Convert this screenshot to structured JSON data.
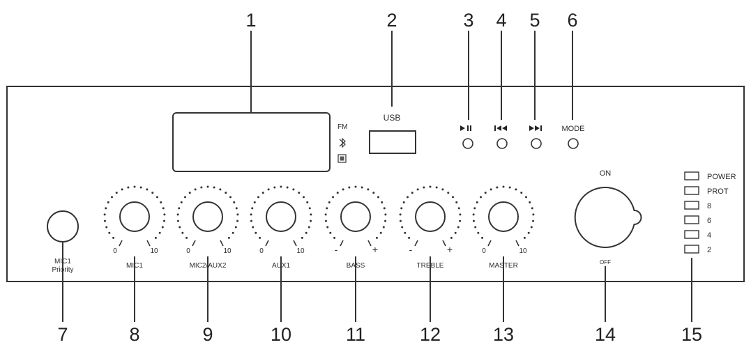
{
  "callouts": [
    "1",
    "2",
    "3",
    "4",
    "5",
    "6",
    "7",
    "8",
    "9",
    "10",
    "11",
    "12",
    "13",
    "14",
    "15"
  ],
  "display": {
    "fm_label": "FM",
    "icon_bt": "bluetooth-icon",
    "icon_sd": "sd-card-icon"
  },
  "usb": {
    "label": "USB"
  },
  "transport": [
    {
      "label": "▶Ⅱ",
      "icon": "play-pause-icon"
    },
    {
      "label": "⏮",
      "icon": "previous-track-icon"
    },
    {
      "label": "⏭",
      "icon": "next-track-icon"
    },
    {
      "label": "MODE",
      "icon": ""
    }
  ],
  "mic1_jack": {
    "label_line1": "MIC1",
    "label_line2": "Priority"
  },
  "knobs": [
    {
      "label": "MIC1",
      "min": "0",
      "max": "10"
    },
    {
      "label": "MIC2/AUX2",
      "min": "0",
      "max": "10"
    },
    {
      "label": "AUX1",
      "min": "0",
      "max": "10"
    },
    {
      "label": "BASS",
      "min": "-",
      "max": "+"
    },
    {
      "label": "TREBLE",
      "min": "-",
      "max": "+"
    },
    {
      "label": "MASTER",
      "min": "0",
      "max": "10"
    }
  ],
  "power_switch": {
    "on_label": "ON",
    "off_label": "OFF"
  },
  "indicators": [
    "POWER",
    "PROT",
    "8",
    "6",
    "4",
    "2"
  ]
}
